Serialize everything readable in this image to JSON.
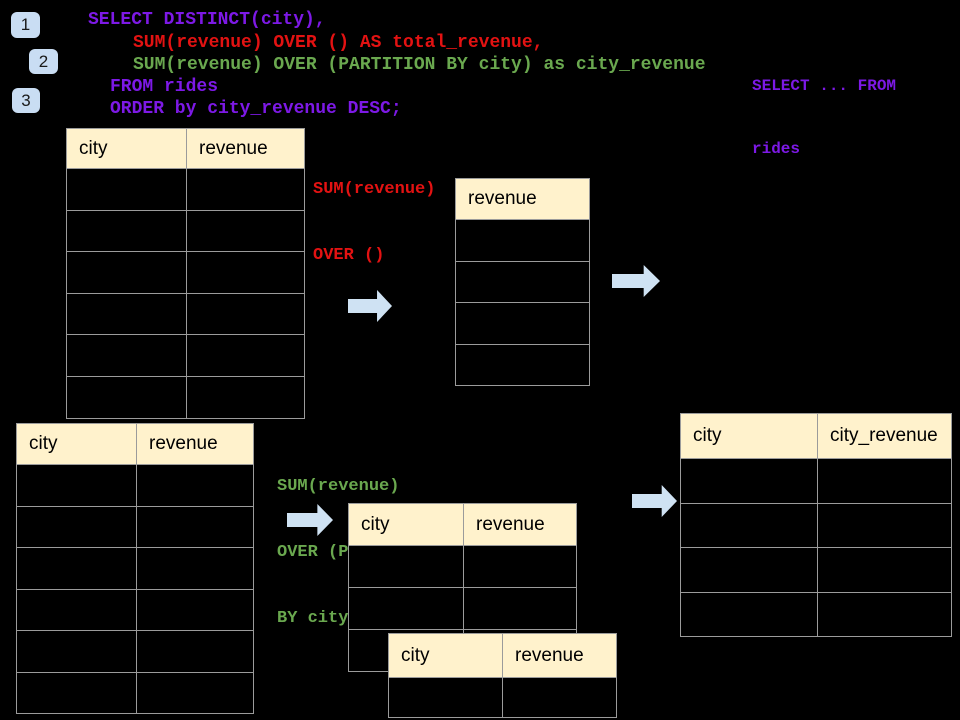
{
  "sql": {
    "line1": "SELECT DISTINCT(city),",
    "line2": "SUM(revenue) OVER () AS total_revenue,",
    "line3": "SUM(revenue) OVER (PARTITION BY city) as city_revenue",
    "line4": "FROM rides",
    "line5": "ORDER by city_revenue DESC;"
  },
  "steps": {
    "one": "1",
    "two": "2",
    "three": "3"
  },
  "side_note": {
    "line1": "SELECT ... FROM",
    "line2": "rides"
  },
  "annotation_total": {
    "line1": "SUM(revenue)",
    "line2": "OVER ()"
  },
  "annotation_partition": {
    "line1": "SUM(revenue)",
    "line2": "OVER (PARTITION",
    "line3": "BY city)"
  },
  "tables": {
    "source_top": {
      "col1": "city",
      "col2": "revenue",
      "body_rows": 6
    },
    "total_revenue": {
      "col1": "revenue",
      "body_rows": 4
    },
    "source_bottom": {
      "col1": "city",
      "col2": "revenue",
      "body_rows": 6
    },
    "partition_back": {
      "col1": "city",
      "col2": "revenue",
      "body_rows": 3
    },
    "partition_front": {
      "col1": "city",
      "col2": "revenue",
      "body_rows": 1
    },
    "result": {
      "col1": "city",
      "col2": "city_revenue",
      "body_rows": 4
    }
  },
  "colors": {
    "background": "#000000",
    "sql_purple": "#7d19e6",
    "sql_red": "#e31212",
    "sql_green": "#6aa84f",
    "table_header_fill": "#fff2cc",
    "table_border": "#9b9b9b",
    "arrow_fill": "#cfe2f3",
    "badge_fill": "#c9ddf3"
  }
}
